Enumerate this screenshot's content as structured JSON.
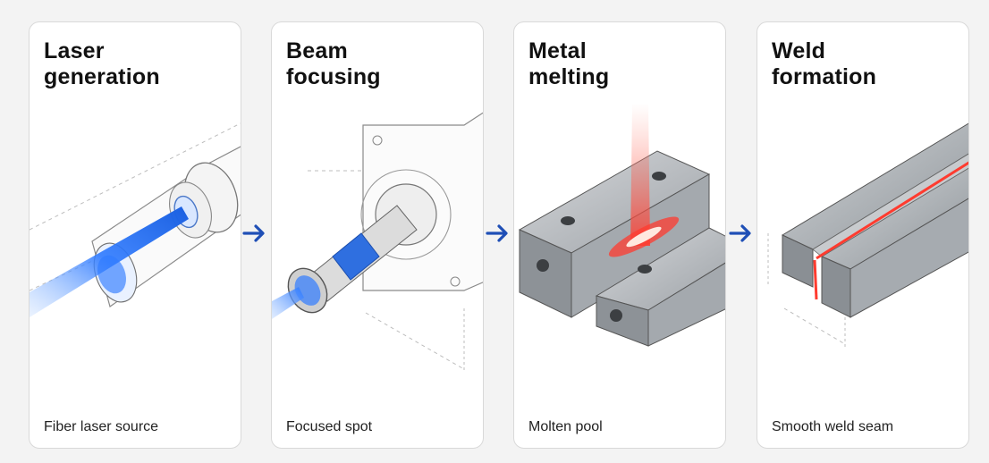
{
  "colors": {
    "arrow": "#1f4fb6",
    "beam_blue": "#2f7bff",
    "laser_red": "#ff3b2f",
    "metal": "#9aa0a6",
    "card_bg": "#ffffff",
    "card_border": "#d9d9d9"
  },
  "steps": [
    {
      "title": "Laser\ngeneration",
      "caption": "Fiber laser source"
    },
    {
      "title": "Beam\nfocusing",
      "caption": "Focused spot"
    },
    {
      "title": "Metal\nmelting",
      "caption": "Molten pool"
    },
    {
      "title": "Weld\nformation",
      "caption": "Smooth weld seam"
    }
  ]
}
